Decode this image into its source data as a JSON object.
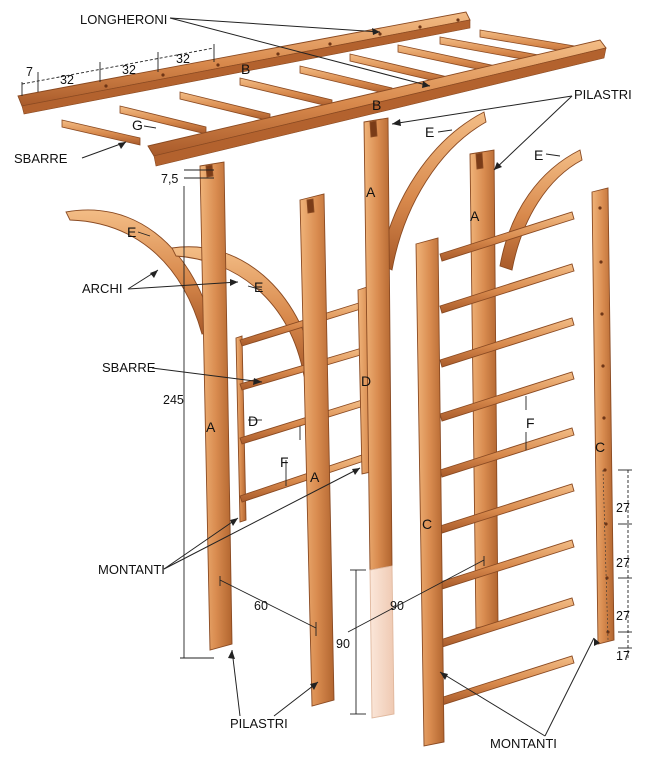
{
  "colors": {
    "wood_light": "#e9a86a",
    "wood_mid": "#d2864a",
    "wood_dark": "#a85a2a",
    "wood_edge": "#8a4a22",
    "ground_post": "#f6d9c6",
    "line": "#222222",
    "background": "#ffffff"
  },
  "labels": {
    "longheroni": "LONGHERONI",
    "pilastri_top": "PILASTRI",
    "sbarre_top": "SBARRE",
    "archi": "ARCHI",
    "sbarre_mid": "SBARRE",
    "montanti_left": "MONTANTI",
    "pilastri_bottom": "PILASTRI",
    "montanti_right": "MONTANTI"
  },
  "part_letters": {
    "b1": "B",
    "b2": "B",
    "g": "G",
    "e1": "E",
    "e2": "E",
    "e3": "E",
    "e4": "E",
    "a1": "A",
    "a2": "A",
    "a3": "A",
    "a4": "A",
    "d1": "D",
    "d2": "D",
    "f1": "F",
    "f2": "F",
    "c1": "C",
    "c2": "C"
  },
  "dimensions": {
    "d7": "7",
    "d32a": "32",
    "d32b": "32",
    "d32c": "32",
    "d7_5": "7,5",
    "d245": "245",
    "d60": "60",
    "d90a": "90",
    "d90b": "90",
    "d27a": "27",
    "d27b": "27",
    "d27c": "27",
    "d17": "17"
  }
}
